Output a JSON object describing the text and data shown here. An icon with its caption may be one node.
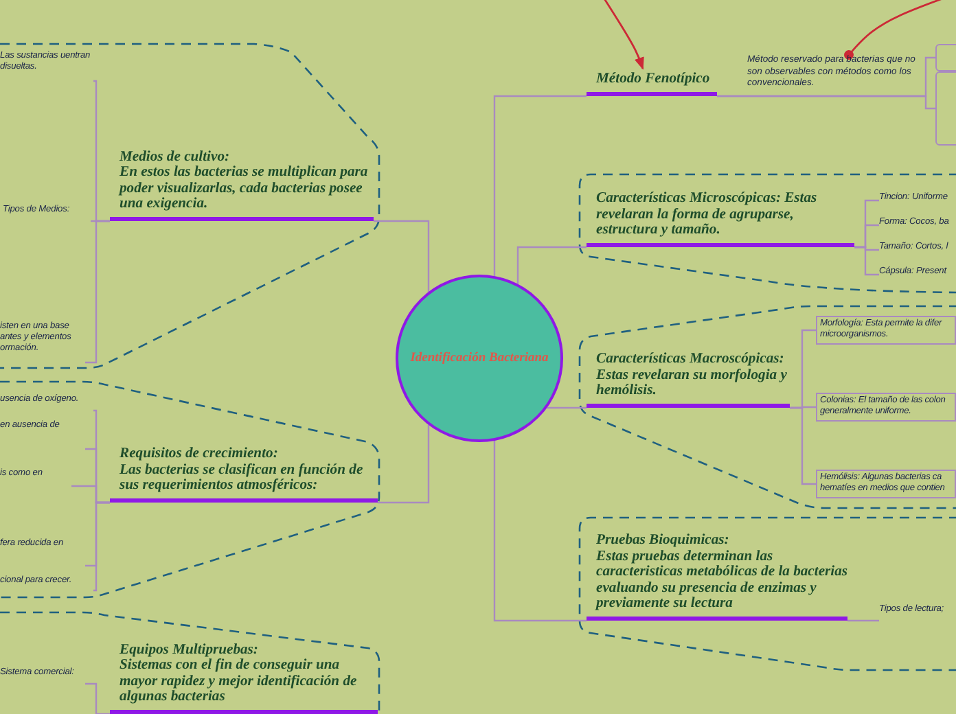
{
  "diagram": {
    "nodes": [
      {
        "text": [
          "Identificación Bacteriana"
        ]
      },
      {
        "text": [
          "Medios de cultivo:",
          "En estos las bacterias se multiplican para poder visualizarlas, cada bacterias posee una exigencia."
        ]
      },
      {
        "text": [
          "Tipos de Medios:"
        ]
      },
      {
        "text": [
          "Las sustancias uentran disueltas."
        ]
      },
      {
        "text": [
          "isten en una base antes y elementos ormación."
        ]
      },
      {
        "text": [
          "Requisitos de crecimiento:",
          "Las bacterias se clasifican en función de sus requerimientos atmosféricos:"
        ]
      },
      {
        "text": [
          "usencia de oxígeno."
        ]
      },
      {
        "text": [
          "en ausencia de"
        ]
      },
      {
        "text": [
          "is como en"
        ]
      },
      {
        "text": [
          "fera reducida en"
        ]
      },
      {
        "text": [
          "cional para crecer."
        ]
      },
      {
        "text": [
          "Equipos Multipruebas:",
          "Sistemas con el fin de conseguir una mayor rapidez y mejor identificación de algunas bacterias"
        ]
      },
      {
        "text": [
          "Sistema comercial:"
        ]
      },
      {
        "text": [
          "Método Fenotípico"
        ]
      },
      {
        "text": [
          "Método reservado para bacterias que no son observables con métodos como los convencionales."
        ]
      },
      {
        "text": [
          "Características Microscópicas: Estas revelaran la forma de agruparse, estructura y tamaño."
        ]
      },
      {
        "text": [
          "Tincion: Uniforme"
        ]
      },
      {
        "text": [
          "Forma: Cocos, ba"
        ]
      },
      {
        "text": [
          "Tamaño: Cortos, l"
        ]
      },
      {
        "text": [
          "Cápsula: Present"
        ]
      },
      {
        "text": [
          "Características Macroscópicas:",
          "Estas revelaran su morfologia y hemólisis."
        ]
      },
      {
        "text": [
          "Morfología: Esta permite la difer microorganismos."
        ]
      },
      {
        "text": [
          "Colonias: El tamaño de las colon generalmente uniforme."
        ]
      },
      {
        "text": [
          "Hemólisis: Algunas bacterias ca hematíes en medios que contien"
        ]
      },
      {
        "text": [
          "Pruebas Bioquimicas:",
          "Estas pruebas determinan las caracteristicas metabólicas de la bacterias evaluando su presencia de enzimas y previamente su lectura"
        ]
      },
      {
        "text": [
          "Tipos de lectura;"
        ]
      },
      {
        "text": [],
        "shape": "box"
      },
      {
        "text": [],
        "shape": "box"
      }
    ],
    "edges": [
      {
        "from": 0,
        "to": 1,
        "arrow": "none"
      },
      {
        "from": 1,
        "to": 2,
        "arrow": "none"
      },
      {
        "from": 1,
        "to": 3,
        "arrow": "none"
      },
      {
        "from": 1,
        "to": 4,
        "arrow": "none"
      },
      {
        "from": 0,
        "to": 5,
        "arrow": "none"
      },
      {
        "from": 5,
        "to": 6,
        "arrow": "none"
      },
      {
        "from": 5,
        "to": 7,
        "arrow": "none"
      },
      {
        "from": 5,
        "to": 8,
        "arrow": "none"
      },
      {
        "from": 5,
        "to": 9,
        "arrow": "none"
      },
      {
        "from": 5,
        "to": 10,
        "arrow": "none"
      },
      {
        "from": 11,
        "to": 12,
        "arrow": "none"
      },
      {
        "from": 0,
        "to": 13,
        "arrow": "none"
      },
      {
        "from": null,
        "to": 13,
        "arrow": "to",
        "color": "#cc2936"
      },
      {
        "from": null,
        "to": 14,
        "arrow": "other",
        "color": "#cc2936"
      },
      {
        "from": 13,
        "to": 26,
        "arrow": "none"
      },
      {
        "from": 13,
        "to": 27,
        "arrow": "none"
      },
      {
        "from": 0,
        "to": 15,
        "arrow": "none"
      },
      {
        "from": 15,
        "to": 16,
        "arrow": "none"
      },
      {
        "from": 15,
        "to": 17,
        "arrow": "none"
      },
      {
        "from": 15,
        "to": 18,
        "arrow": "none"
      },
      {
        "from": 15,
        "to": 19,
        "arrow": "none"
      },
      {
        "from": 0,
        "to": 20,
        "arrow": "none"
      },
      {
        "from": 20,
        "to": 21,
        "arrow": "none"
      },
      {
        "from": 20,
        "to": 22,
        "arrow": "none"
      },
      {
        "from": 20,
        "to": 23,
        "arrow": "none"
      },
      {
        "from": 0,
        "to": 24,
        "arrow": "none"
      },
      {
        "from": 24,
        "to": 25,
        "arrow": "none"
      }
    ]
  }
}
